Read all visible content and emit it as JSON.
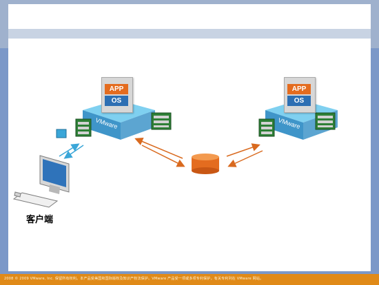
{
  "footer": {
    "text": "2008 © 2009 VMware, Inc. 保留所有权利。本产品受美国和国际版权及知识产权法保护。VMware 产品受一项或多项专利保护，有关专利列在 VMware 网站。"
  },
  "hosts": [
    {
      "app_label": "APP",
      "os_label": "OS",
      "platform_label": "VMware"
    },
    {
      "app_label": "APP",
      "os_label": "OS",
      "platform_label": "VMware"
    }
  ],
  "client": {
    "label": "客户端"
  },
  "colors": {
    "background": "#7b98c8",
    "content": "#ffffff",
    "footer": "#e08a18",
    "app": "#e46c1f",
    "os": "#2d6fb3",
    "vmware_top": "#7fd0f0",
    "vmware_side": "#3f95c9",
    "storage": "#e46c1f",
    "network_arrows": "#3aa6d8",
    "storage_arrows": "#d96a1f"
  },
  "icons": {
    "client": "desktop-computer-icon",
    "storage": "database-cylinder-icon",
    "network_card": "network-card-icon",
    "network_packet": "network-packet-icon"
  }
}
